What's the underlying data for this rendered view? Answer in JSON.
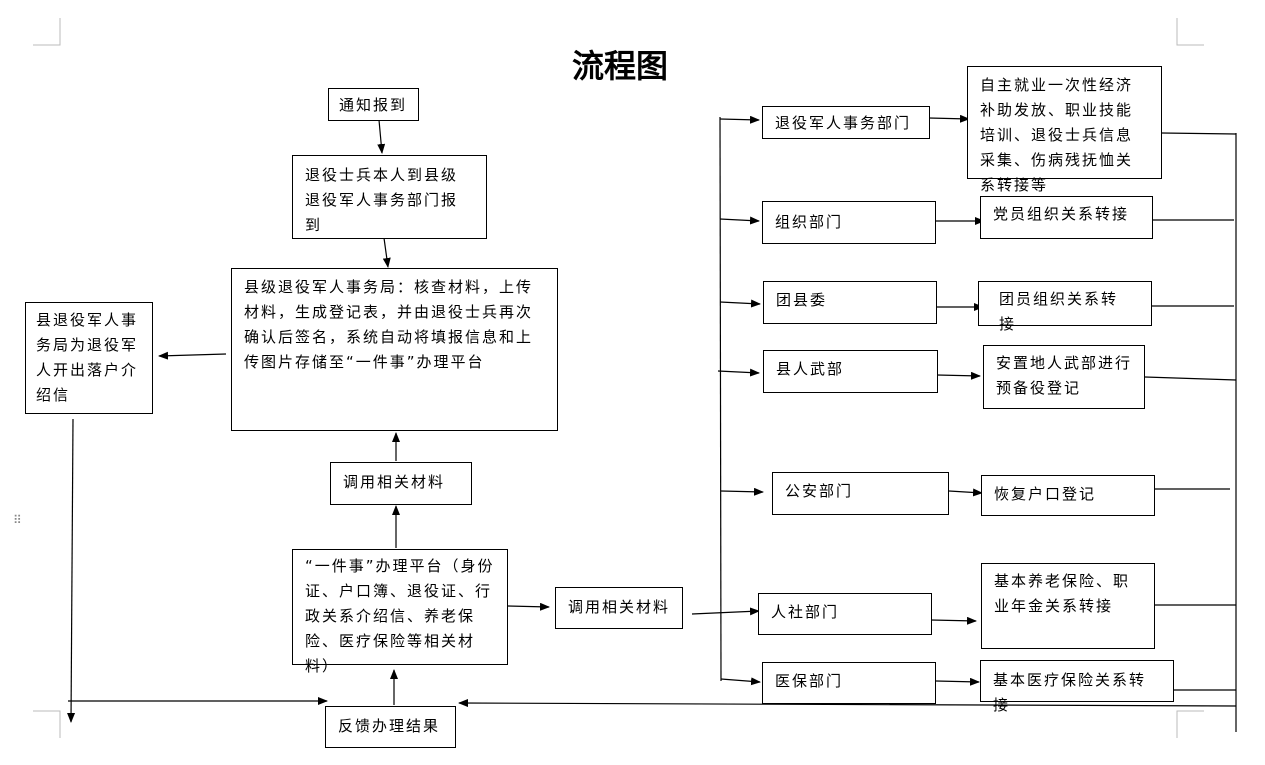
{
  "title": "流程图",
  "nodes": {
    "notify": "通知报到",
    "veteran_report": "退役士兵本人到县级退役军人事务部门报到",
    "county_bureau": "县级退役军人事务局：核查材料，上传材料，生成登记表，并由退役士兵再次确认后签名，系统自动将填报信息和上传图片存储至“一件事”办理平台",
    "settle_letter": "县退役军人事务局为退役军人开出落户介绍信",
    "call_materials_top": "调用相关材料",
    "platform": "“一件事”办理平台（身份证、户口簿、退役证、行政关系介绍信、养老保险、医疗保险等相关材料）",
    "call_materials_mid": "调用相关材料",
    "feedback": "反馈办理结果"
  },
  "departments": [
    {
      "name": "退役军人事务部门",
      "task": "自主就业一次性经济补助发放、职业技能培训、退役士兵信息采集、伤病残抚恤关系转接等"
    },
    {
      "name": "组织部门",
      "task": "党员组织关系转接"
    },
    {
      "name": "团县委",
      "task": "团员组织关系转接"
    },
    {
      "name": "县人武部",
      "task": "安置地人武部进行预备役登记"
    },
    {
      "name": "公安部门",
      "task": "恢复户口登记"
    },
    {
      "name": "人社部门",
      "task": "基本养老保险、职业年金关系转接"
    },
    {
      "name": "医保部门",
      "task": "基本医疗保险关系转接"
    }
  ]
}
